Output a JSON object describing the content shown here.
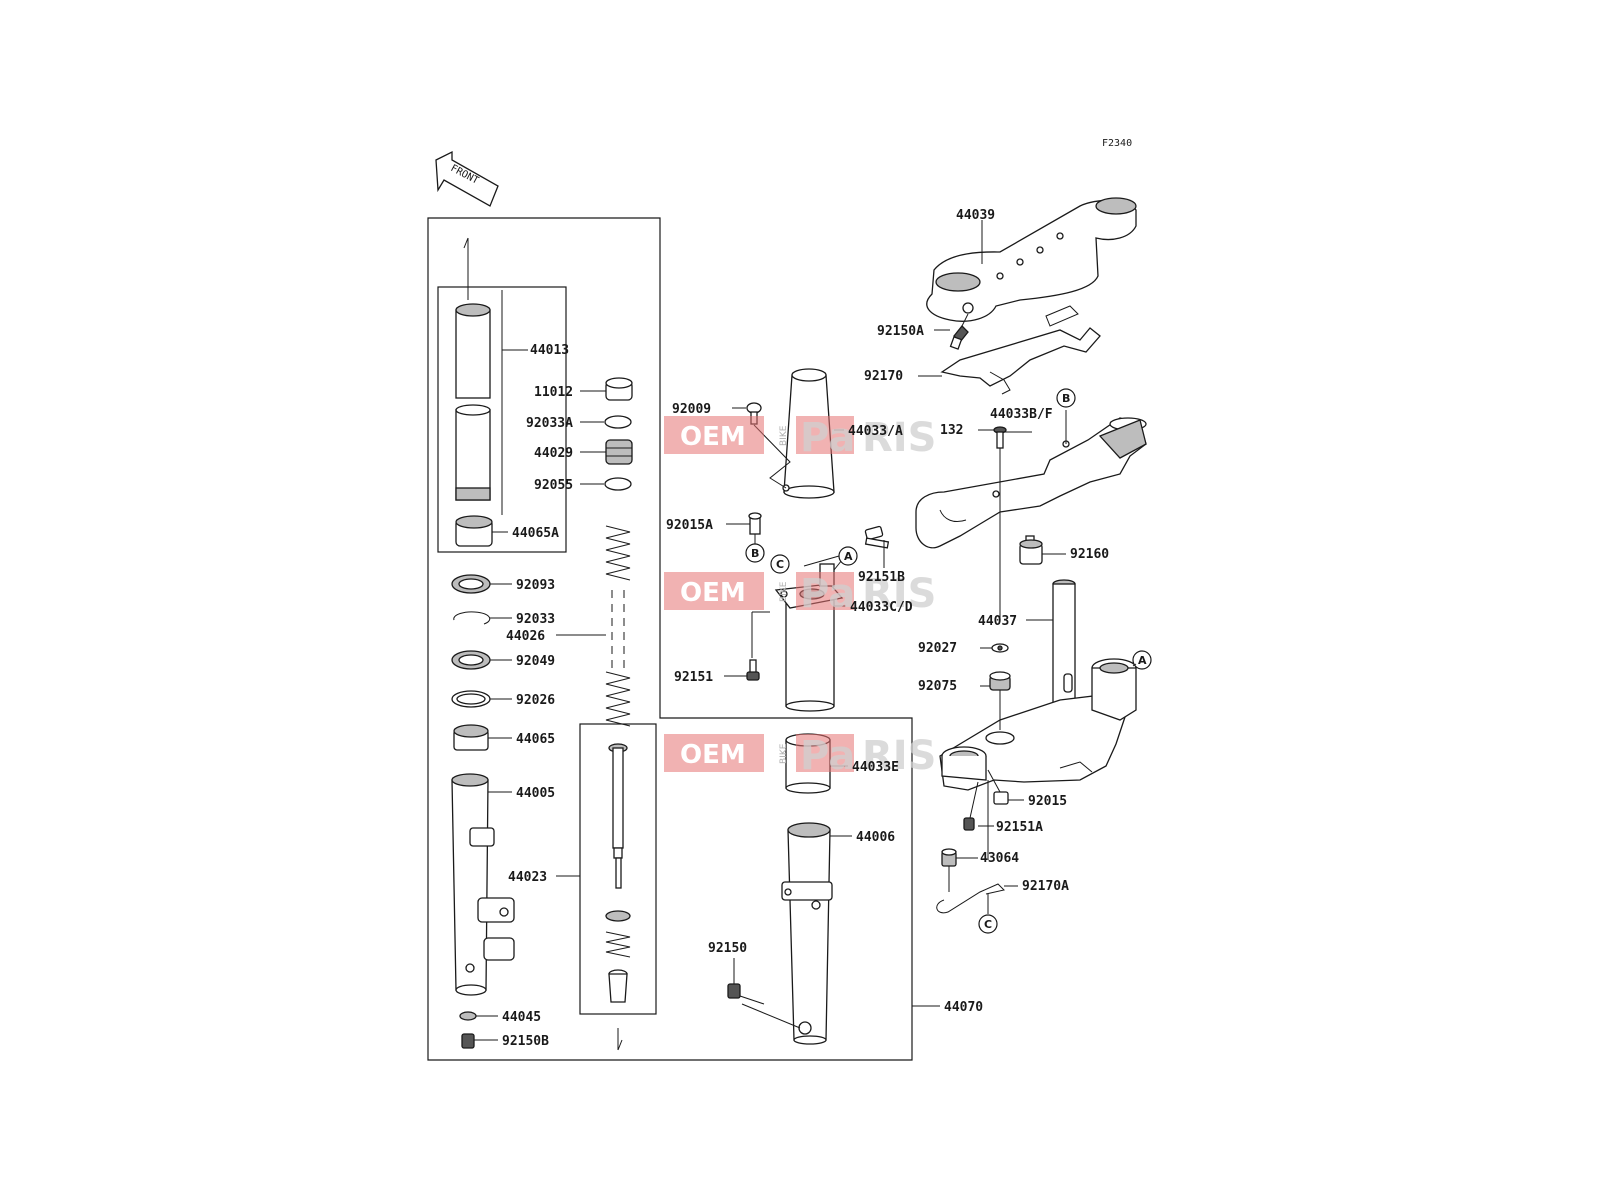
{
  "diagram_code": "F2340",
  "front_label": "FRONT",
  "watermark": {
    "part1": "OEM",
    "part2": "Pa",
    "part3": "RIS",
    "side": "BIKE"
  },
  "labels": {
    "l44039": "44039",
    "l92150A": "92150A",
    "l92170": "92170",
    "l44033BF": "44033B/F",
    "l132": "132",
    "l92160": "92160",
    "l44037": "44037",
    "l92027": "92027",
    "l92075": "92075",
    "l92015": "92015",
    "l92151A": "92151A",
    "l43064": "43064",
    "l92170A": "92170A",
    "l44013": "44013",
    "l11012": "11012",
    "l92033A": "92033A",
    "l44029": "44029",
    "l92055": "92055",
    "l44065A": "44065A",
    "l92093": "92093",
    "l92033": "92033",
    "l44026": "44026",
    "l92049": "92049",
    "l92026": "92026",
    "l44065": "44065",
    "l44005": "44005",
    "l44023": "44023",
    "l44045": "44045",
    "l92150B": "92150B",
    "l92009": "92009",
    "l44033A": "44033/A",
    "l92015A": "92015A",
    "l92151B": "92151B",
    "l44033CD": "44033C/D",
    "l92151": "92151",
    "l44033E": "44033E",
    "l44006": "44006",
    "l92150": "92150",
    "l44070": "44070"
  },
  "refs": {
    "a": "A",
    "b": "B",
    "c": "C"
  }
}
